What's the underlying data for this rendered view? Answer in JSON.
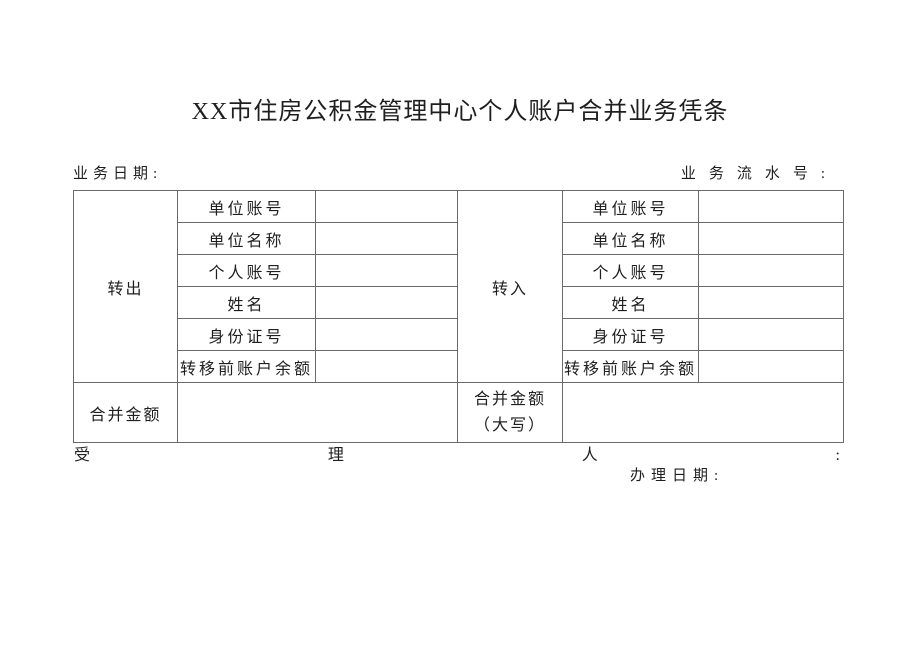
{
  "title": "XX市住房公积金管理中心个人账户合并业务凭条",
  "header": {
    "date_label": "业务日期:",
    "date_value": "",
    "serial_label": "业务流水号:",
    "serial_value": ""
  },
  "table": {
    "out_label": "转出",
    "in_label": "转入",
    "row_labels": [
      "单位账号",
      "单位名称",
      "个人账号",
      "姓名",
      "身份证号",
      "转移前账户余额"
    ],
    "out_values": [
      "",
      "",
      "",
      "",
      "",
      ""
    ],
    "in_values": [
      "",
      "",
      "",
      "",
      "",
      ""
    ],
    "merge_amount_label": "合并金额",
    "merge_amount_value": "",
    "merge_caps_line1": "合并金额",
    "merge_caps_line2": "（大写）",
    "merge_caps_value": ""
  },
  "footer": {
    "acceptor_chars": [
      "受",
      "理",
      "人",
      ":"
    ],
    "handle_date_label": "办理日期:",
    "handle_date_value": ""
  }
}
